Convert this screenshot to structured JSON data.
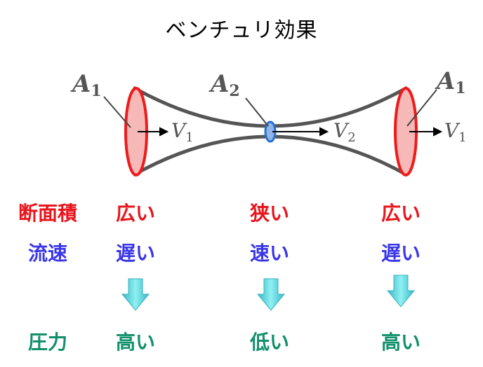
{
  "title": "ベンチュリ効果",
  "symbols": {
    "a1_left": "A",
    "a1_left_sub": "1",
    "a2": "A",
    "a2_sub": "2",
    "a1_right": "A",
    "a1_right_sub": "1",
    "v1_left": "V",
    "v1_left_sub": "1",
    "v2": "V",
    "v2_sub": "2",
    "v1_right": "V",
    "v1_right_sub": "1"
  },
  "rows": {
    "area": {
      "label": "断面積",
      "values": [
        "広い",
        "狭い",
        "広い"
      ]
    },
    "velocity": {
      "label": "流速",
      "values": [
        "遅い",
        "速い",
        "遅い"
      ]
    },
    "pressure": {
      "label": "圧力",
      "values": [
        "高い",
        "低い",
        "高い"
      ]
    }
  },
  "colors": {
    "area": "#e8141b",
    "velocity": "#3a36e8",
    "pressure": "#11906b",
    "tube": "#555555",
    "ellipse_fill": "#f7b8b8",
    "throat_fill": "#8fb4e6",
    "arrow": "#5fd5dc"
  },
  "icons": {
    "down_arrow": "down-arrow-icon"
  }
}
